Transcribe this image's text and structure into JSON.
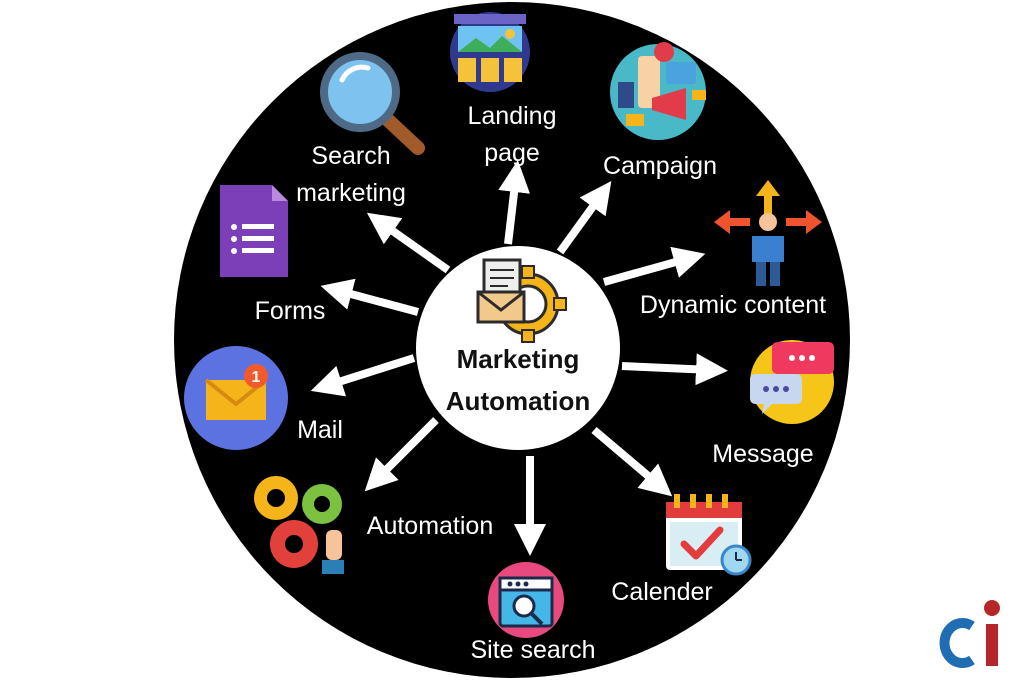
{
  "center": {
    "line1": "Marketing",
    "line2": "Automation"
  },
  "nodes": [
    {
      "id": "landing",
      "label_lines": [
        "Landing",
        "page"
      ],
      "icon": "landing-page-icon"
    },
    {
      "id": "campaign",
      "label_lines": [
        "Campaign"
      ],
      "icon": "campaign-icon"
    },
    {
      "id": "dynamic",
      "label_lines": [
        "Dynamic content"
      ],
      "icon": "dynamic-content-icon"
    },
    {
      "id": "message",
      "label_lines": [
        "Message"
      ],
      "icon": "chat-bubbles-icon"
    },
    {
      "id": "calender",
      "label_lines": [
        "Calender"
      ],
      "icon": "calendar-icon"
    },
    {
      "id": "site-search",
      "label_lines": [
        "Site search"
      ],
      "icon": "browser-search-icon"
    },
    {
      "id": "automation",
      "label_lines": [
        "Automation"
      ],
      "icon": "gears-icon"
    },
    {
      "id": "mail",
      "label_lines": [
        "Mail"
      ],
      "icon": "mail-notification-icon"
    },
    {
      "id": "forms",
      "label_lines": [
        "Forms"
      ],
      "icon": "form-document-icon"
    },
    {
      "id": "search-marketing",
      "label_lines": [
        "Search",
        "marketing"
      ],
      "icon": "magnifier-icon"
    }
  ],
  "colors": {
    "disc": "#000000",
    "arrows": "#ffffff",
    "center": "#ffffff",
    "logo_blue": "#1f6db3",
    "logo_red": "#b5262b"
  }
}
